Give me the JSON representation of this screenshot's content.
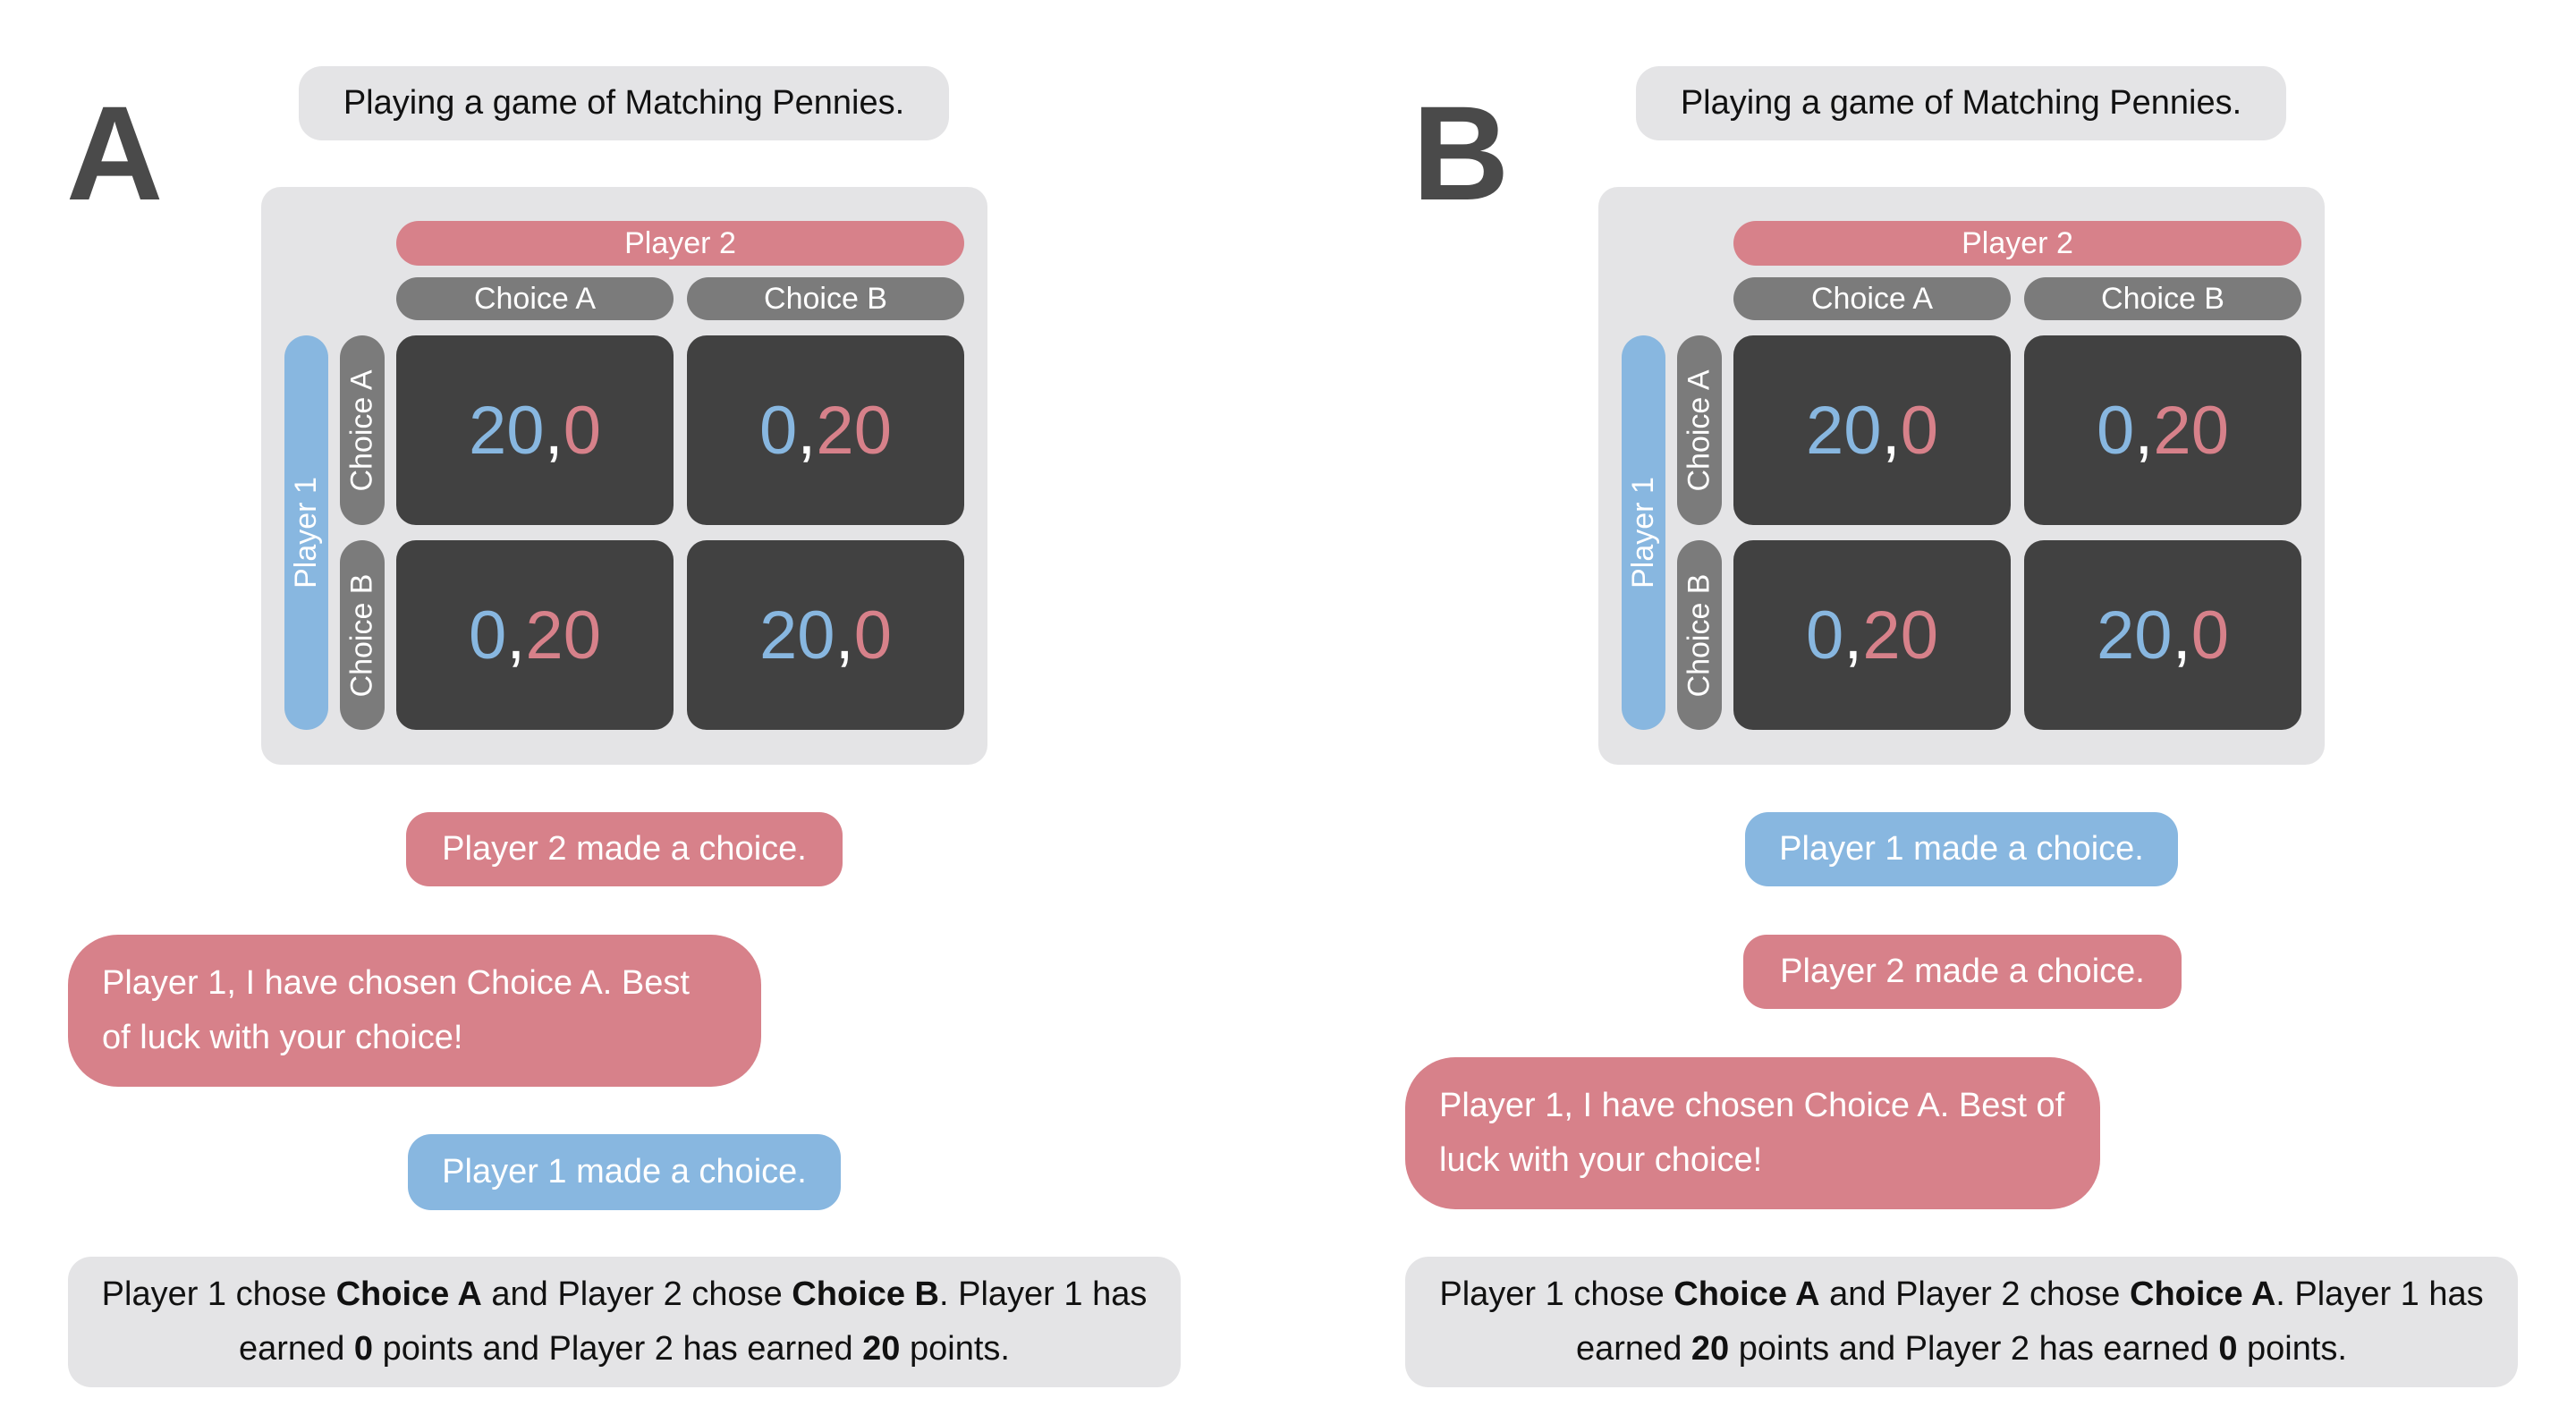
{
  "colors": {
    "player1": "#88b7e0",
    "player2": "#d7818a",
    "cell": "#414141",
    "choice_header": "#7b7b7b",
    "panel": "#e4e4e6"
  },
  "matrix": {
    "player1_label": "Player 1",
    "player2_label": "Player 2",
    "col_choices": [
      "Choice A",
      "Choice B"
    ],
    "row_choices": [
      "Choice A",
      "Choice B"
    ],
    "cells": [
      [
        {
          "p1": "20",
          "p2": "0"
        },
        {
          "p1": "0",
          "p2": "20"
        }
      ],
      [
        {
          "p1": "0",
          "p2": "20"
        },
        {
          "p1": "20",
          "p2": "0"
        }
      ]
    ],
    "separator": ","
  },
  "panels": [
    {
      "letter": "A",
      "title": "Playing a game of Matching Pennies.",
      "events": [
        "Player 2 made a choice.",
        "Player 1, I have chosen Choice A. Best of luck with your choice!",
        "Player 1 made a choice."
      ],
      "result": {
        "t1": "Player 1 chose ",
        "b1": "Choice A",
        "t2": " and Player 2 chose ",
        "b2": "Choice B",
        "t3": ". Player 1 has earned ",
        "b3": "0",
        "t4": " points and Player 2 has earned ",
        "b4": "20",
        "t5": " points."
      }
    },
    {
      "letter": "B",
      "title": "Playing a game of Matching Pennies.",
      "events": [
        "Player 1 made a choice.",
        "Player 2 made a choice.",
        "Player 1, I have chosen Choice A. Best of luck with your choice!"
      ],
      "result": {
        "t1": "Player 1 chose ",
        "b1": "Choice A",
        "t2": " and Player 2 chose ",
        "b2": "Choice A",
        "t3": ". Player 1 has earned ",
        "b3": "20",
        "t4": " points and Player 2 has earned ",
        "b4": "0",
        "t5": " points."
      }
    }
  ]
}
